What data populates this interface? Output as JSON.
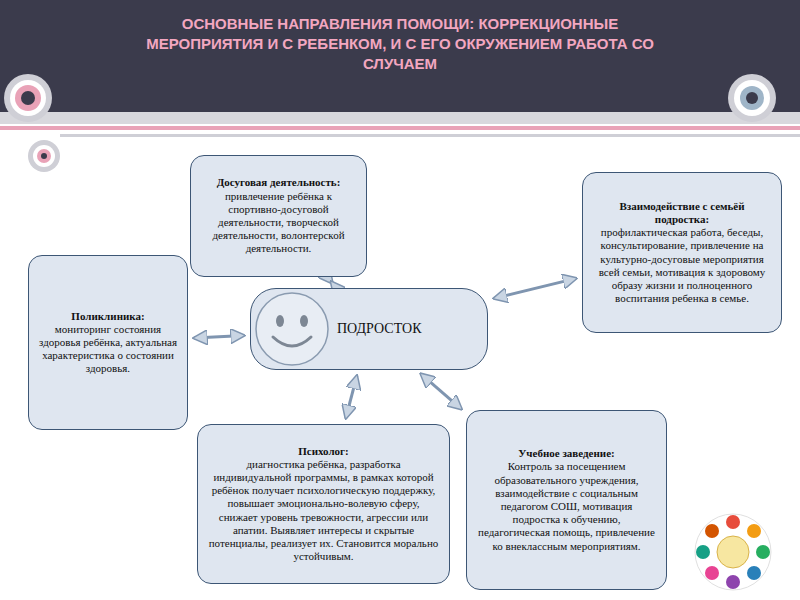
{
  "diagram": {
    "title": "ОСНОВНЫЕ НАПРАВЛЕНИЯ ПОМОЩИ: КОРРЕКЦИОННЫЕ МЕРОПРИЯТИЯ И С РЕБЕНКОМ, И С ЕГО ОКРУЖЕНИЕМ РАБОТА СО СЛУЧАЕМ",
    "nodes": [
      {
        "text": [
          "Досуговая деятельность:",
          "привлечение ребёнка к спортивно-досуговой деятельности, творческой деятельности, волонтерской деятельности."
        ]
      },
      {
        "text": [
          "Взаимодействие с семьёй подростка:",
          "профилактическая работа, беседы, консультирование, привлечение на культурно-досуговые мероприятия всей семьи, мотивация к здоровому образу жизни и полноценного воспитания ребенка в семье."
        ]
      },
      {
        "text": [
          "Поликлиника:",
          "мониторинг состояния здоровья ребёнка, актуальная характеристика о состоянии здоровья."
        ]
      },
      {
        "text": [
          "ПОДРОСТОК"
        ]
      },
      {
        "text": [
          "Психолог:",
          "диагностика ребёнка, разработка индивидуальной программы, в рамках которой ребёнок получает психологическую поддержку, повышает эмоционально-волевую сферу, снижает уровень тревожности, агрессии или апатии. Выявляет интересы и скрытые потенциалы, реализует их. Становится морально устойчивым."
        ]
      },
      {
        "text": [
          "Учебное заведение:",
          "Контроль за посещением образовательного учреждения, взаимодействие с социальным педагогом СОШ, мотивация подростка к обучению, педагогическая помощь, привлечение ко внеклассным мероприятиям."
        ]
      }
    ],
    "edges": [
      {
        "from": 3,
        "to": 0,
        "arrow": "both"
      },
      {
        "from": 3,
        "to": 1,
        "arrow": "both"
      },
      {
        "from": 3,
        "to": 2,
        "arrow": "both"
      },
      {
        "from": 3,
        "to": 4,
        "arrow": "both"
      },
      {
        "from": 3,
        "to": 5,
        "arrow": "both"
      }
    ]
  }
}
